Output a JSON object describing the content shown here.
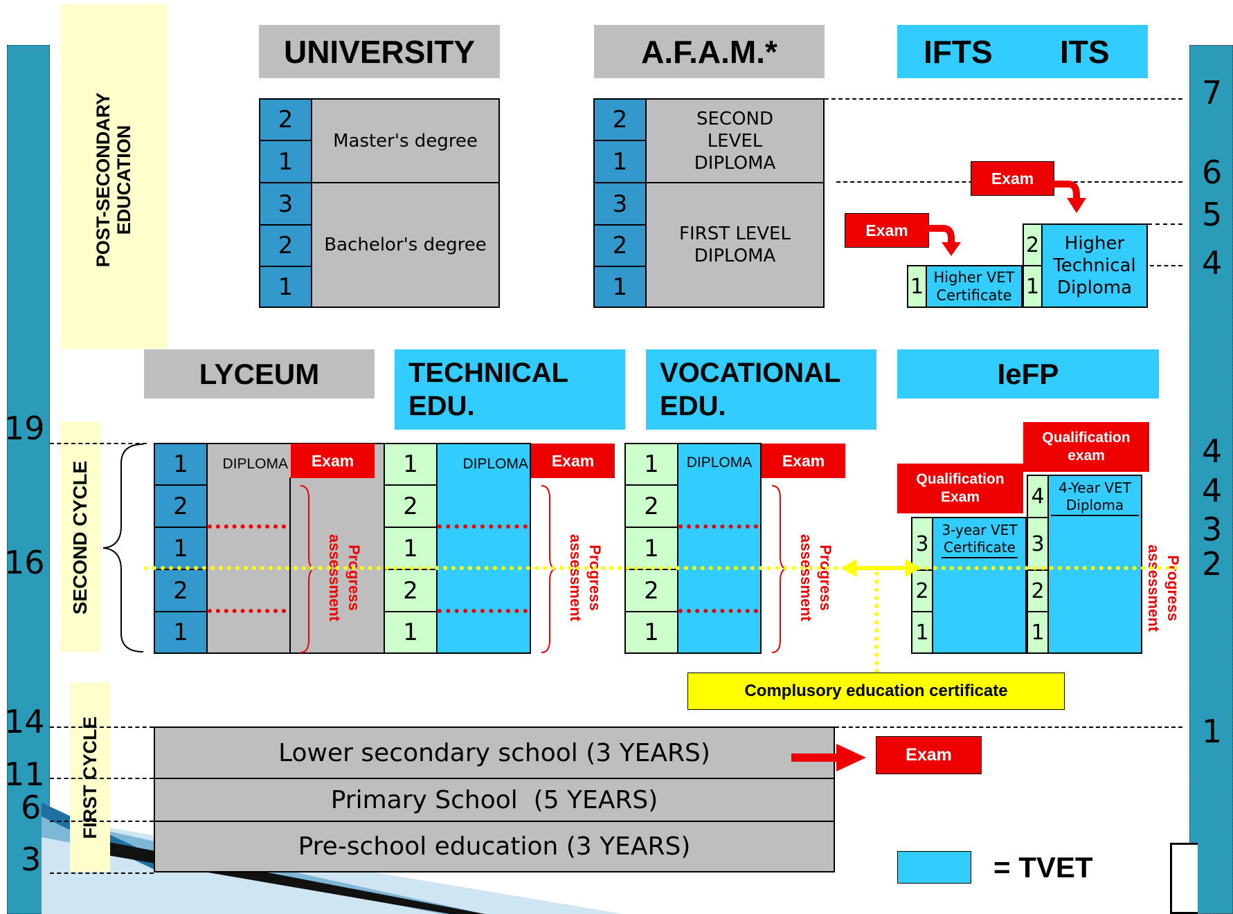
{
  "headers": {
    "university": "UNIVERSITY",
    "afam": "A.F.A.M.*",
    "ifts": "IFTS",
    "its": "ITS",
    "lyceum": "LYCEUM",
    "technical": "TECHNICAL EDU.",
    "vocational": "VOCATIONAL EDU.",
    "iefp": "IeFP"
  },
  "side_labels": {
    "post_secondary": "POST-SECONDARY EDUCATION",
    "second_cycle": "SECOND CYCLE",
    "first_cycle": "FIRST CYCLE"
  },
  "university": {
    "years": [
      "2",
      "1",
      "3",
      "2",
      "1"
    ],
    "masters": "Master's degree",
    "bachelors": "Bachelor's degree"
  },
  "afam": {
    "years": [
      "2",
      "1",
      "3",
      "2",
      "1"
    ],
    "second_level": "SECOND LEVEL DIPLOMA",
    "first_level": "FIRST LEVEL DIPLOMA"
  },
  "ifts_its": {
    "exam_1": "Exam",
    "exam_2": "Exam",
    "vet_year": "1",
    "vet_cert": "Higher VET Certificate",
    "htd_years": [
      "2",
      "1"
    ],
    "htd": "Higher Technical Diploma"
  },
  "second_cycle": {
    "years": [
      "1",
      "2",
      "1",
      "2",
      "1"
    ],
    "diploma": "DIPLOMA",
    "exam": "Exam",
    "progress": "Progress assessment"
  },
  "iefp": {
    "qual_exam_3": "Qualification Exam",
    "qual_exam_4": "Qualification exam",
    "years_3": [
      "3",
      "2",
      "1"
    ],
    "years_4": [
      "4",
      "3",
      "2",
      "1"
    ],
    "cert_3": "3-year VET Certificate",
    "diploma_4": "4-Year VET Diploma",
    "progress": "Progress assessment"
  },
  "compulsory_cert": "Complusory education certificate",
  "first_cycle": {
    "lower_secondary": "Lower secondary school (3 YEARS)",
    "primary": "Primary School  (5 YEARS)",
    "preschool": "Pre-school education (3 YEARS)",
    "exam": "Exam"
  },
  "left_ages": [
    "19",
    "16",
    "14",
    "11",
    "6",
    "3"
  ],
  "right_years": [
    "7",
    "6",
    "5",
    "4",
    "4",
    "4",
    "3",
    "2",
    "1"
  ],
  "legend": {
    "label": "= TVET"
  },
  "colors": {
    "tvet": "#33ccff",
    "year_blue": "#3399cc",
    "gray": "#bebebe",
    "exam_red": "#ee0000",
    "cert_yellow": "#ffff00",
    "post_secondary_bg": "#ffffcc",
    "light_green": "#ccffcc"
  }
}
